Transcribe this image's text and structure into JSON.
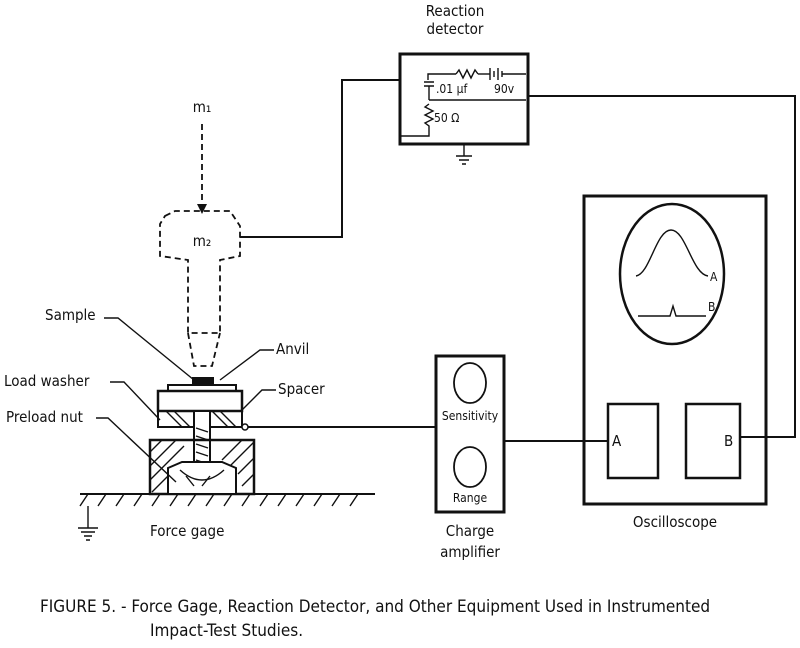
{
  "labels": {
    "reaction_detector_1": "Reaction",
    "reaction_detector_2": "detector",
    "capacitor": ".01 µf",
    "battery": "90v",
    "resistor": "50 Ω",
    "m1": "m₁",
    "m2": "m₂",
    "sample": "Sample",
    "anvil": "Anvil",
    "load_washer": "Load washer",
    "spacer": "Spacer",
    "preload_nut": "Preload nut",
    "force_gage": "Force gage",
    "sensitivity": "Sensitivity",
    "range": "Range",
    "charge_1": "Charge",
    "charge_2": "amplifier",
    "trace_a": "A",
    "trace_b": "B",
    "channel_a": "A",
    "channel_b": "B",
    "oscilloscope": "Oscilloscope"
  },
  "caption": {
    "line1": "FIGURE 5. - Force Gage, Reaction Detector, and Other Equipment Used in Instrumented",
    "line2": "Impact-Test Studies."
  }
}
